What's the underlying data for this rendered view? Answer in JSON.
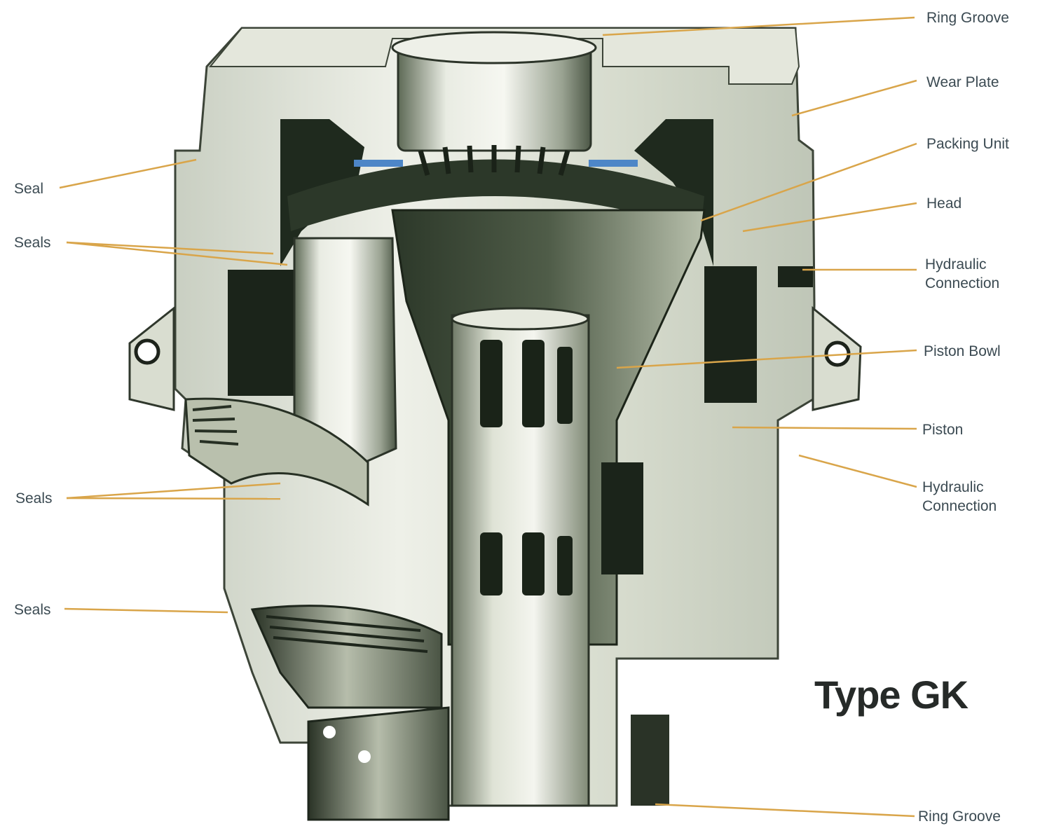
{
  "title": "Type GK",
  "colors": {
    "leader_line": "#d9a54a",
    "label_text": "#3b4a52",
    "title_text": "#262a28",
    "metal_dark": "#1e2a1e",
    "metal_light": "#dfe3d6"
  },
  "labels": {
    "left": {
      "seal": "Seal",
      "seals_upper": "Seals",
      "seals_middle": "Seals",
      "seals_lower": "Seals"
    },
    "right": {
      "ring_groove_top": "Ring Groove",
      "wear_plate": "Wear Plate",
      "packing_unit": "Packing Unit",
      "head": "Head",
      "hydraulic_connection_upper": "Hydraulic\nConnection",
      "piston_bowl": "Piston Bowl",
      "piston": "Piston",
      "hydraulic_connection_lower": "Hydraulic\nConnection",
      "ring_groove_bottom": "Ring Groove"
    }
  }
}
